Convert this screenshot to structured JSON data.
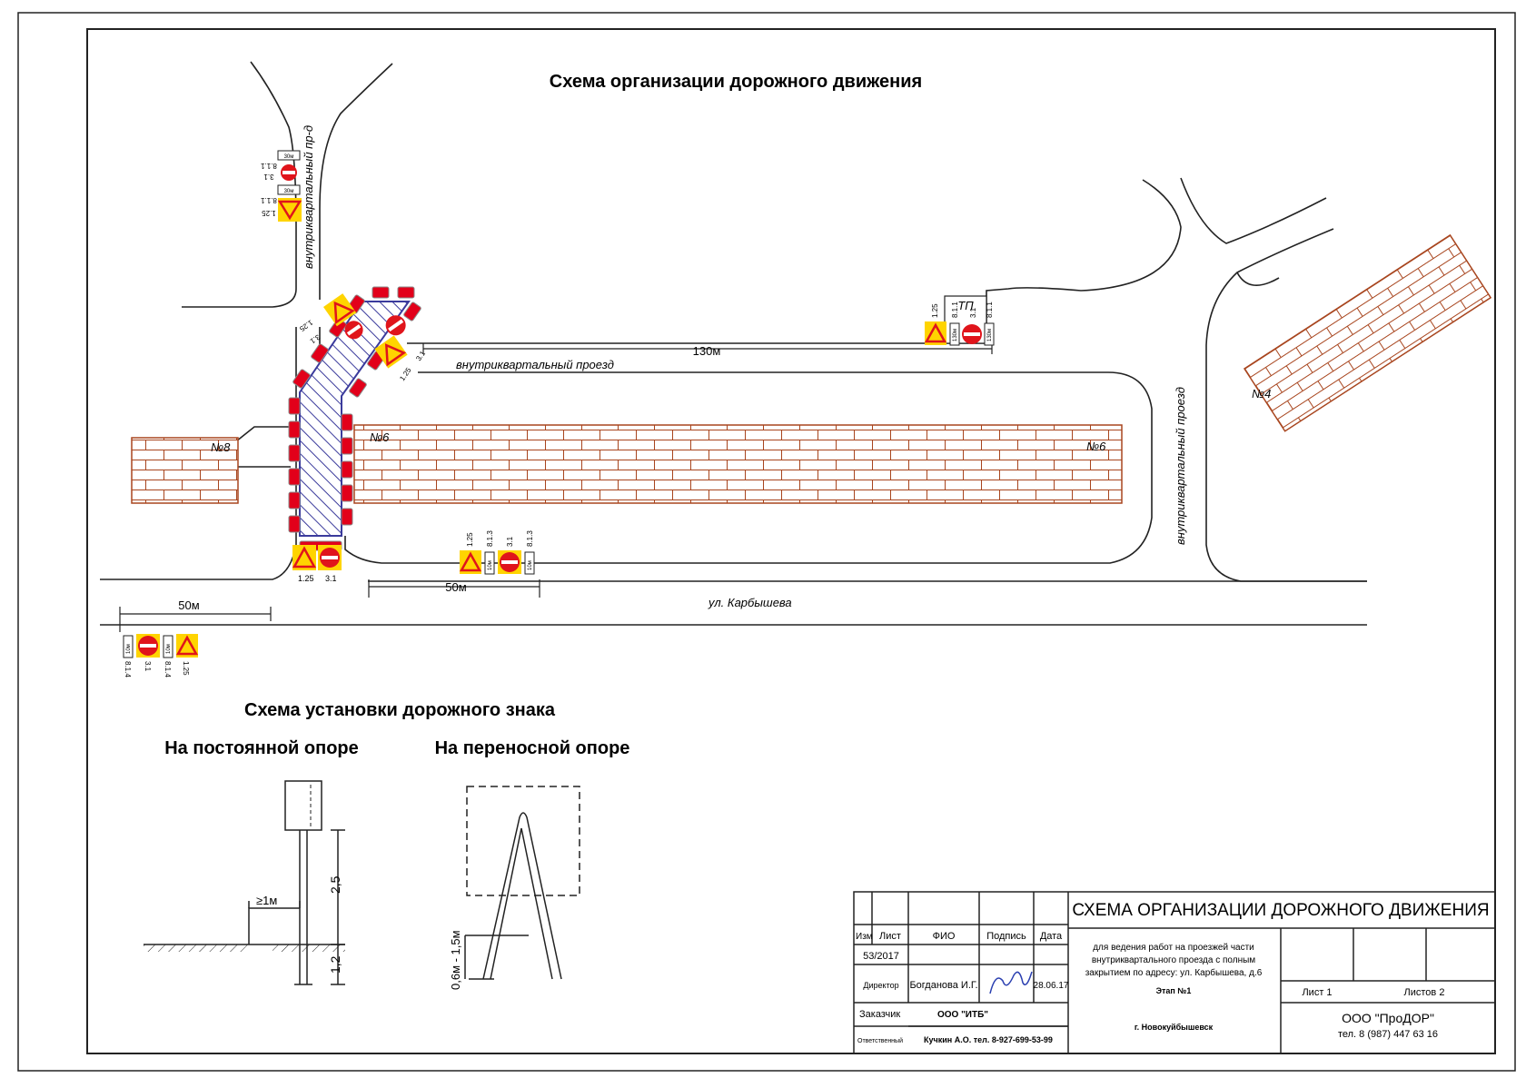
{
  "titles": {
    "main": "Схема организации дорожного движения",
    "install": "Схема установки дорожного знака",
    "fixed_support": "На постоянной опоре",
    "portable_support": "На переносной опоре"
  },
  "streets": {
    "left_passage": "внутриквартальный пр-д",
    "upper_passage": "внутриквартальный проезд",
    "right_passage": "внутриквартальный проезд",
    "main_street": "ул. Карбышева"
  },
  "buildings": {
    "b8": "№8",
    "b6_left": "№6",
    "b6_right": "№6",
    "b4": "№4",
    "substation": "ТП"
  },
  "dimensions": {
    "d130": "130м",
    "d50_mid": "50м",
    "d50_left": "50м",
    "h25": "2,5",
    "h12": "1,2",
    "ge1": "≥1м",
    "range": "0,6м - 1,5м"
  },
  "signs": {
    "s125": "1.25",
    "s31": "3.1",
    "s811": "8.1.1",
    "s813": "8.1.3",
    "s814": "8.1.4",
    "p30": "30м",
    "p130": "130м",
    "p10": "10м"
  },
  "stamp": {
    "title": "СХЕМА ОРГАНИЗАЦИИ ДОРОЖНОГО ДВИЖЕНИЯ",
    "h_izm": "Изм",
    "h_list": "Лист",
    "h_fio": "ФИО",
    "h_podpis": "Подпись",
    "h_date": "Дата",
    "number": "53/2017",
    "director_role": "Директор",
    "director_name": "Богданова И.Г.",
    "director_date": "28.06.17",
    "customer_label": "Заказчик",
    "customer": "ООО \"ИТБ\"",
    "responsible_label": "Ответственный",
    "responsible": "Кучкин А.О. тел. 8-927-699-53-99",
    "desc1": "для ведения работ на проезжей части",
    "desc2": "внутриквартального проезда с полным",
    "desc3": "закрытием по адресу: ул. Карбышева, д.6",
    "stage": "Этап №1",
    "city": "г. Новокуйбышевск",
    "sheet": "Лист 1",
    "sheets": "Листов 2",
    "company": "ООО \"ПроДОР\"",
    "phone": "тел. 8 (987) 447 63 16"
  },
  "colors": {
    "brick": "#a8451e",
    "sign_yellow": "#ffd400",
    "sign_red": "#e0141b",
    "zone_fill": "#3b3b9c",
    "barrier_red": "#e2001a"
  }
}
